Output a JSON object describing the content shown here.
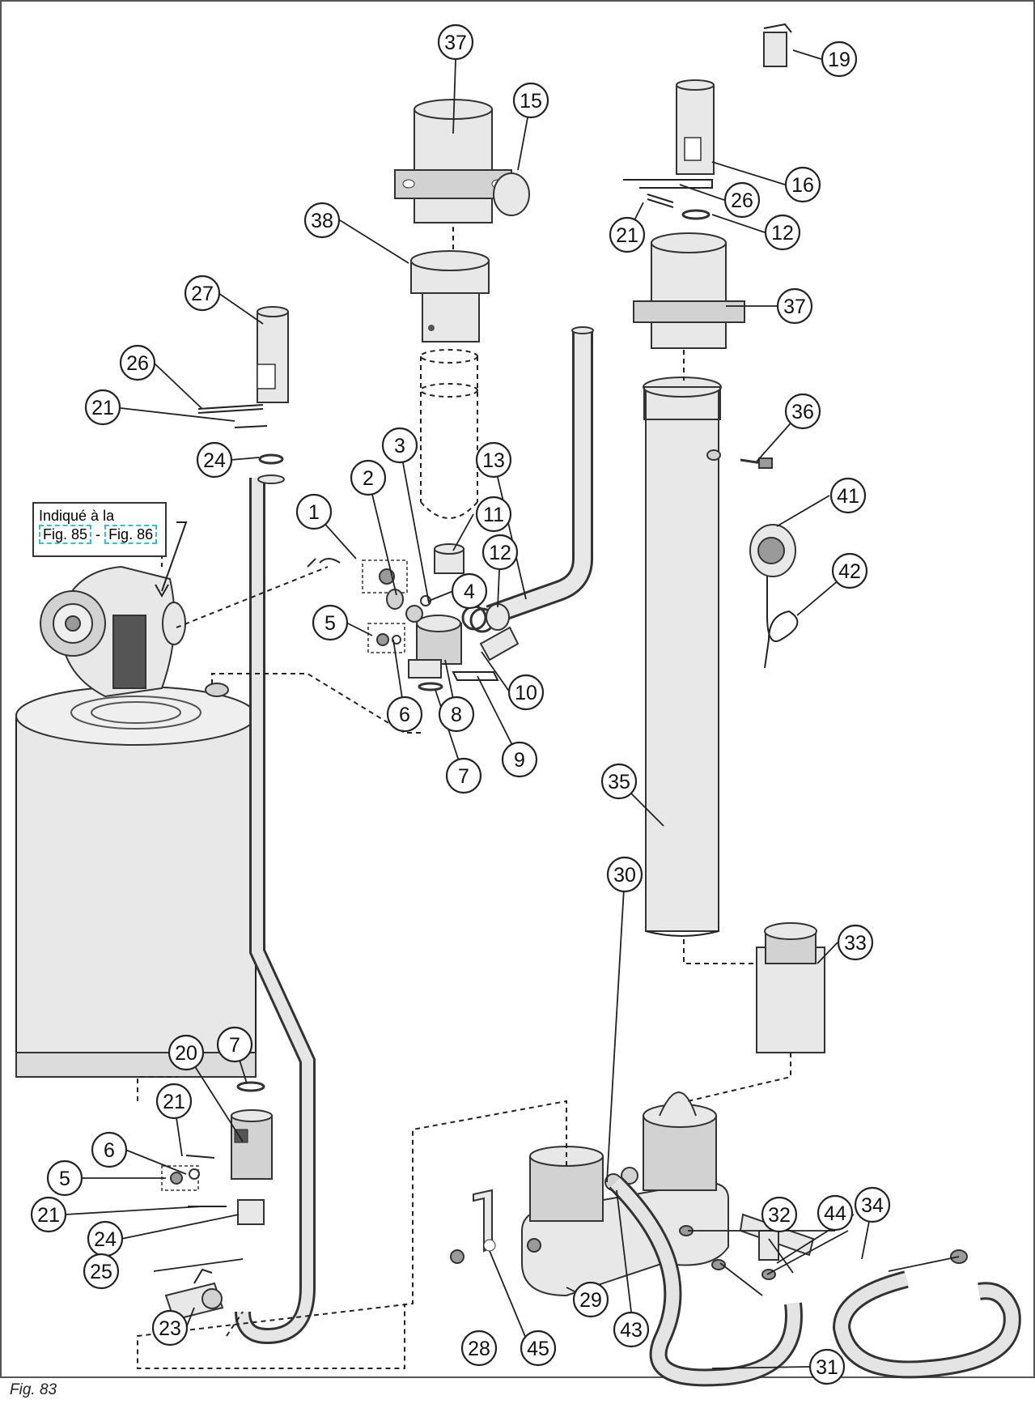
{
  "figure": {
    "caption": "Fig. 83",
    "note": {
      "line1": "Indiqué à la",
      "ref1": "Fig. 85",
      "separator": "-",
      "ref2": "Fig. 86"
    }
  },
  "callouts": [
    "37",
    "15",
    "19",
    "16",
    "26",
    "21",
    "12",
    "38",
    "37",
    "27",
    "26",
    "21",
    "24",
    "36",
    "3",
    "13",
    "2",
    "11",
    "1",
    "12",
    "41",
    "42",
    "5",
    "4",
    "10",
    "6",
    "8",
    "9",
    "7",
    "35",
    "33",
    "30",
    "7",
    "20",
    "21",
    "6",
    "5",
    "44",
    "32",
    "34",
    "21",
    "24",
    "25",
    "29",
    "45",
    "28",
    "43",
    "31",
    "23"
  ],
  "colors": {
    "line": "#222222",
    "part_fill": "#e8e8e8",
    "hose_fill": "#d2d2d2",
    "note_ref_border": "#2ec4d6"
  }
}
